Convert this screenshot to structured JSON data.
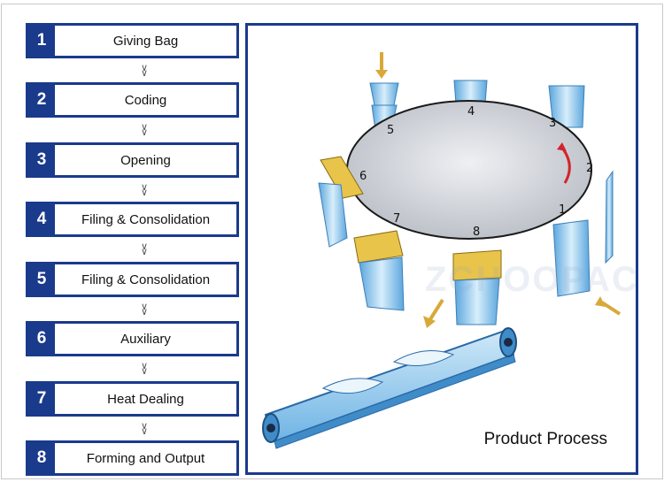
{
  "steps": [
    {
      "number": "1",
      "label": "Giving Bag"
    },
    {
      "number": "2",
      "label": "Coding"
    },
    {
      "number": "3",
      "label": "Opening"
    },
    {
      "number": "4",
      "label": "Filing & Consolidation"
    },
    {
      "number": "5",
      "label": "Filing & Consolidation"
    },
    {
      "number": "6",
      "label": "Auxiliary"
    },
    {
      "number": "7",
      "label": "Heat Dealing"
    },
    {
      "number": "8",
      "label": "Forming and Output"
    }
  ],
  "diagram": {
    "title": "Product Process",
    "station_numbers": [
      "1",
      "2",
      "3",
      "4",
      "5",
      "6",
      "7",
      "8"
    ]
  },
  "watermark": "ZCHOOPACK",
  "colors": {
    "frame_blue": "#1a3a8c",
    "plate_gray": "#cfd2d8",
    "bag_blue": "#8fc4e8",
    "clamp_yellow": "#e8c44a",
    "arrow_red": "#d1252b"
  }
}
